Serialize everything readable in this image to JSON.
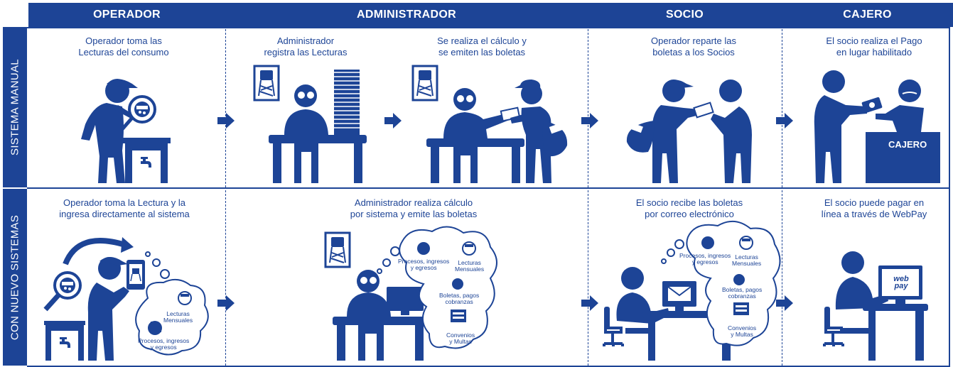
{
  "columns": [
    "OPERADOR",
    "ADMINISTRADOR",
    "SOCIO",
    "CAJERO"
  ],
  "rows": [
    "SISTEMA MANUAL",
    "CON NUEVO SISTEMAS"
  ],
  "manual": {
    "operador": [
      "Operador toma las",
      "Lecturas del consumo"
    ],
    "admin1": [
      "Administrador",
      "registra las Lecturas"
    ],
    "admin2": [
      "Se realiza el cálculo y",
      "se emiten las boletas"
    ],
    "socio": [
      "Operador reparte las",
      "boletas a los Socios"
    ],
    "cajero": [
      "El socio realiza el Pago",
      "en lugar habilitado"
    ],
    "cajero_desk": "CAJERO"
  },
  "nuevo": {
    "operador": [
      "Operador toma la Lectura y la",
      "ingresa directamente al sistema"
    ],
    "admin": [
      "Administrador realiza cálculo",
      "por sistema y emite las boletas"
    ],
    "socio": [
      "El socio recibe las boletas",
      "por correo electrónico"
    ],
    "cajero": [
      "El socio puede pagar en",
      "línea a través de WebPay"
    ]
  },
  "bubbles": {
    "op": {
      "lecturas": "Lecturas\nMensuales",
      "procesos": "Procesos, ingresos\ny egresos"
    },
    "admin": {
      "procesos": "Procesos, ingresos\ny egresos",
      "lecturas": "Lecturas\nMensuales",
      "boletas": "Boletas, pagos\ncobranzas",
      "convenios": "Convenios\ny Multas"
    },
    "socio": {
      "procesos": "Procesos, ingresos\ny egresos",
      "lecturas": "Lecturas\nMensuales",
      "boletas": "Boletas, pagos\ncobranzas",
      "convenios": "Convenios\ny Multas"
    }
  },
  "webpay": "web pay",
  "colors": {
    "primary": "#1d4496",
    "white": "#ffffff"
  }
}
